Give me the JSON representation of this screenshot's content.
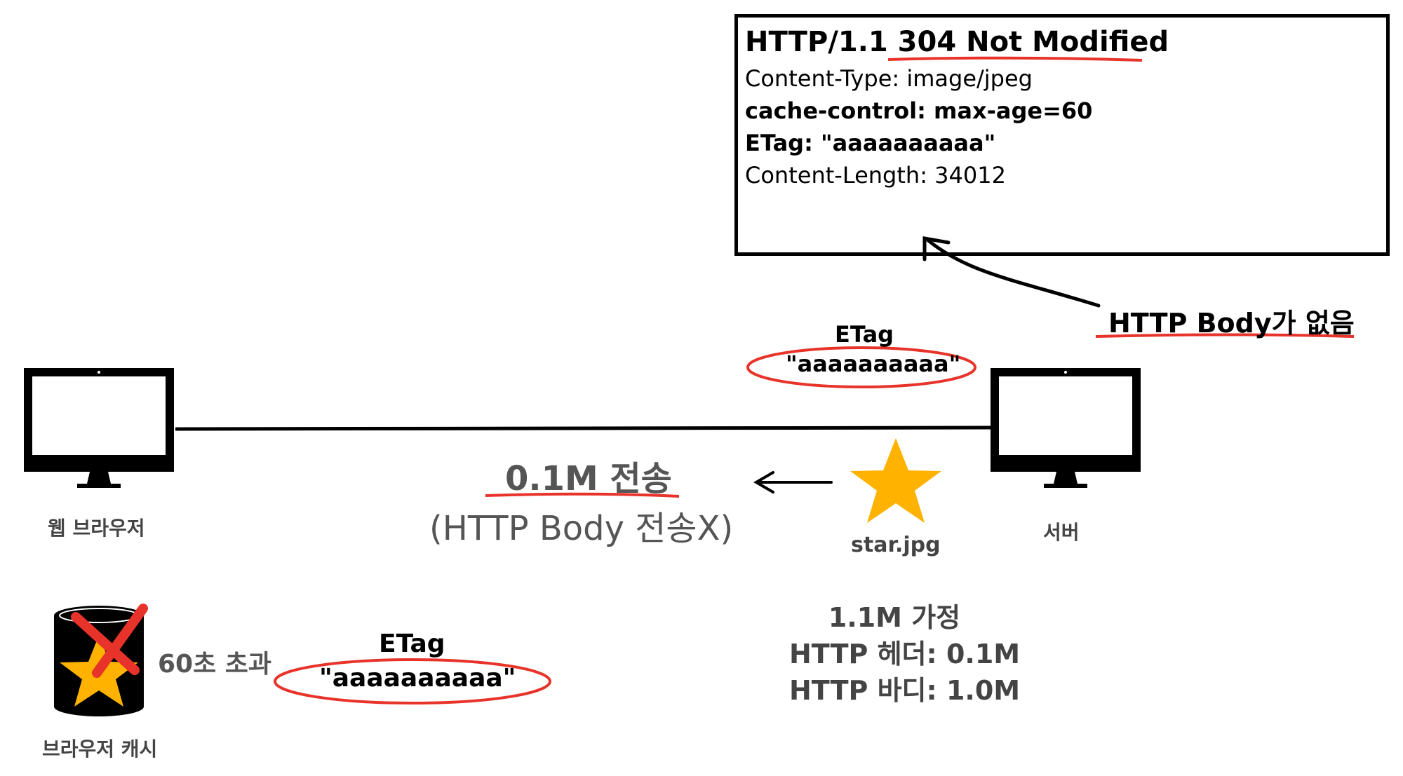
{
  "response": {
    "status_line": "HTTP/1.1 304 Not Modified",
    "headers": [
      "Content-Type: image/jpeg",
      "cache-control: max-age=60",
      "ETag: \"aaaaaaaaaa\"",
      "Content-Length: 34012"
    ]
  },
  "note_no_body": "HTTP Body가 없음",
  "server_etag": {
    "label": "ETag",
    "value": "\"aaaaaaaaaa\""
  },
  "transfer": {
    "label": "0.1M 전송",
    "sub": "(HTTP Body 전송X)"
  },
  "file": {
    "name": "star.jpg"
  },
  "browser": {
    "label": "웹 브라우저"
  },
  "server": {
    "label": "서버"
  },
  "assumption": {
    "line1": "1.1M 가정",
    "line2": "HTTP 헤더: 0.1M",
    "line3": "HTTP 바디: 1.0M"
  },
  "cache": {
    "expired_label": "60초 초과",
    "etag_label": "ETag",
    "etag_value": "\"aaaaaaaaaa\"",
    "label": "브라우저 캐시"
  },
  "colors": {
    "highlight_red": "#e8332a",
    "star_orange": "#ffb300",
    "text_gray": "#555555"
  }
}
